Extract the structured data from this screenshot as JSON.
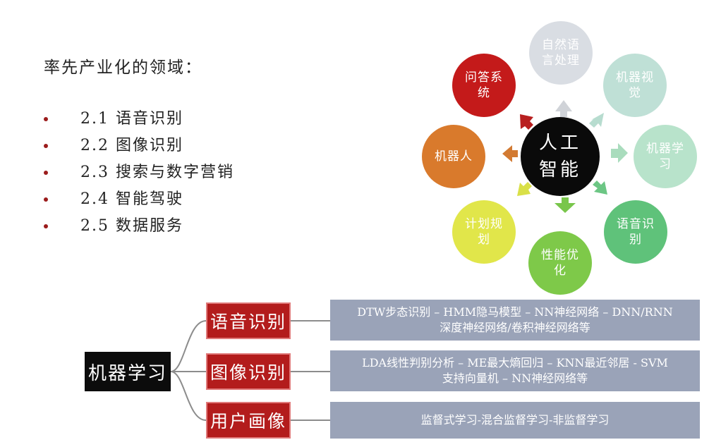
{
  "left_panel": {
    "heading": "率先产业化的领域：",
    "items": [
      "2.1 语音识别",
      "2.2 图像识别",
      "2.3 搜索与数字营销",
      "2.4 智能驾驶",
      "2.5 数据服务"
    ]
  },
  "ai_diagram": {
    "hub_line1": "人工",
    "hub_line2": "智能",
    "nodes": {
      "nlp": {
        "line1": "自然语",
        "line2": "言处理",
        "color": "#d9dde3"
      },
      "vision": {
        "line1": "机器视",
        "line2": "觉",
        "color": "#bfe0d6"
      },
      "ml": {
        "line1": "机器学",
        "line2": "习",
        "color": "#b8e3cb"
      },
      "speech": {
        "line1": "语音识",
        "line2": "别",
        "color": "#5fc27a"
      },
      "perf": {
        "line1": "性能优",
        "line2": "化",
        "color": "#7ec949"
      },
      "plan": {
        "line1": "计划规",
        "line2": "划",
        "color": "#e1e64a"
      },
      "robot": {
        "line1": "机器人",
        "line2": "",
        "color": "#d97a2c"
      },
      "qa": {
        "line1": "问答系",
        "line2": "统",
        "color": "#c41a1a"
      }
    }
  },
  "ml_tree": {
    "root": "机器学习",
    "categories": [
      {
        "label": "语音识别",
        "detail_line1": "DTW步态识别 – HMM隐马模型 – NN神经网络 – DNN/RNN",
        "detail_line2": "深度神经网络/卷积神经网络等"
      },
      {
        "label": "图像识别",
        "detail_line1": "LDA线性判别分析 – ME最大熵回归 – KNN最近邻居 - SVM",
        "detail_line2": "支持向量机 – NN神经网络等"
      },
      {
        "label": "用户画像",
        "detail_line1": "监督式学习-混合监督学习-非监督学习",
        "detail_line2": ""
      }
    ]
  }
}
